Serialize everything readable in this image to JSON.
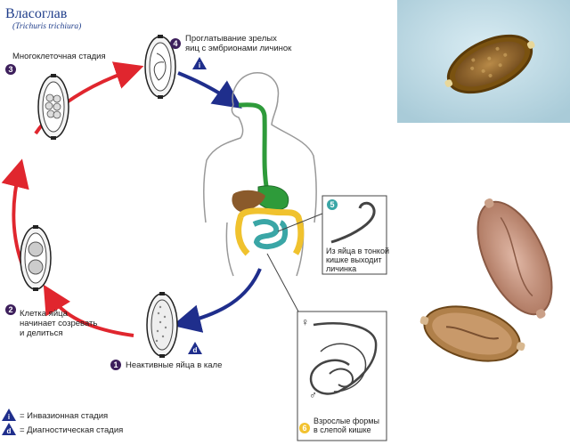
{
  "title": "Власоглав",
  "subtitle": "(Trichuris trichiura)",
  "steps": [
    {
      "num": "1",
      "lines": [
        "Неактивные яйца в кале"
      ]
    },
    {
      "num": "2",
      "lines": [
        "Клетка яйца",
        "начинает созревать",
        "и делиться"
      ]
    },
    {
      "num": "3",
      "lines": [
        "Многоклеточная стадия"
      ]
    },
    {
      "num": "4",
      "lines": [
        "Проглатывание зрелых",
        "яиц с эмбрионами личинок"
      ]
    },
    {
      "num": "5",
      "lines": [
        "Из яйца в тонкой",
        "кишке выходит",
        "личинка"
      ]
    },
    {
      "num": "6",
      "lines": [
        "Взрослые формы",
        "в слепой кишке"
      ]
    }
  ],
  "legend": [
    {
      "glyph": "i",
      "text": "= Инвазионная стадия"
    },
    {
      "glyph": "d",
      "text": "= Диагностическая стадия"
    }
  ],
  "stage_marks": {
    "infective": "i",
    "diagnostic": "d"
  },
  "sex_symbols": {
    "female": "♀",
    "male": "♂"
  },
  "colors": {
    "step_badge": "#3d1f5c",
    "step5_badge": "#3aa6a6",
    "step6_badge": "#f2c230",
    "arrow_red": "#e0262e",
    "arrow_blue": "#1f2e8c",
    "esophagus": "#2e9b3a",
    "intestine_yellow": "#f0c22e",
    "intestine_teal": "#3aa6a6",
    "liver": "#8a5a2b"
  }
}
